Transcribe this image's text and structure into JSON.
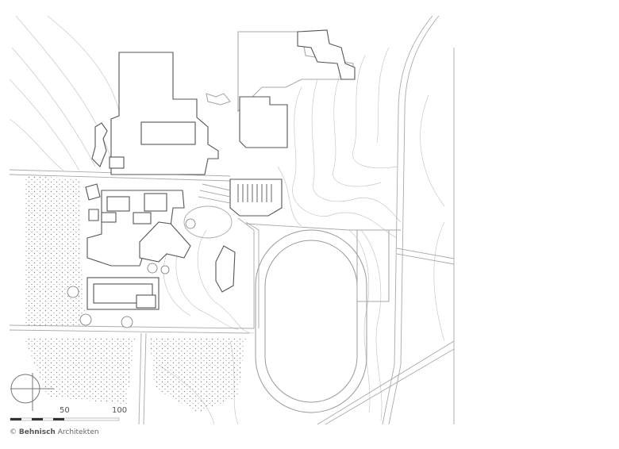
{
  "scale": {
    "labels": [
      "50",
      "100"
    ],
    "unit_max": 100
  },
  "credit": {
    "symbol": "©",
    "firm_bold": "Behnisch",
    "firm_rest": "Architekten"
  }
}
